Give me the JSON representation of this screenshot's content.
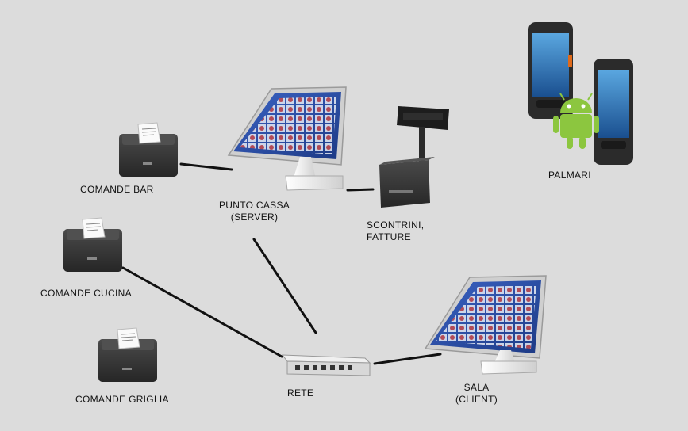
{
  "labels": {
    "comande_bar": "COMANDE BAR",
    "comande_cucina": "COMANDE CUCINA",
    "comande_griglia": "COMANDE GRIGLIA",
    "punto_cassa_line1": "PUNTO CASSA",
    "punto_cassa_line2": "(SERVER)",
    "scontrini_line1": "SCONTRINI,",
    "scontrini_line2": "FATTURE",
    "palmari": "PALMARI",
    "rete": "RETE",
    "sala_line1": "SALA",
    "sala_line2": "(CLIENT)"
  },
  "colors": {
    "background": "#dcdcdc",
    "printer_body": "#3a3a3a",
    "screen_blue": "#2b4fa8",
    "stand_white": "#f2f2f2",
    "connection_line": "#111111",
    "android_green": "#8cc63f"
  },
  "icons": {
    "kitchen_printer": "receipt-printer-icon",
    "pos_terminal": "touchscreen-pos-icon",
    "receipt_printer_display": "fiscal-printer-display-icon",
    "handheld": "android-handheld-icon",
    "switch": "network-switch-icon"
  }
}
